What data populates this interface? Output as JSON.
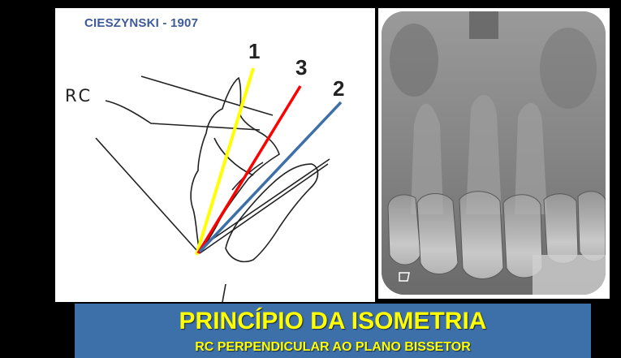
{
  "diagram": {
    "title": "CIESZYNSKI - 1907",
    "rc_label": "RC",
    "line_labels": [
      "1",
      "3",
      "2"
    ],
    "colors": {
      "line_1": "#ffff00",
      "line_3": "#ff0000",
      "line_2": "#3d6fa8",
      "title": "#3d5a99"
    }
  },
  "banner": {
    "title": "PRINCÍPIO DA ISOMETRIA",
    "subtitle": "RC PERPENDICULAR AO PLANO BISSETOR",
    "background": "#3d6fa8",
    "text_color": "#ffff00"
  }
}
